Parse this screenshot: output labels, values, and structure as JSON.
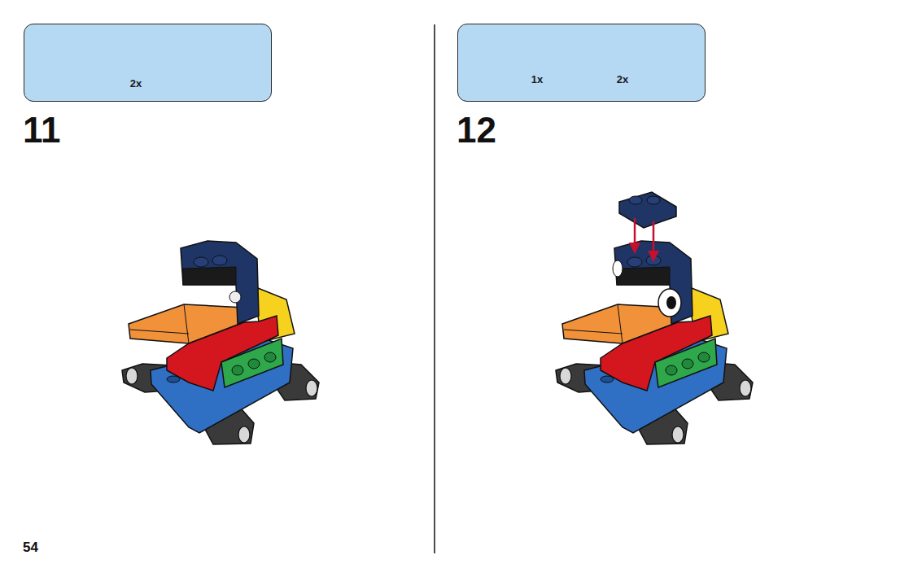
{
  "diagram": {
    "nodes": [
      {
        "text": [
          "2x"
        ]
      },
      {
        "text": [
          "1x",
          "2x"
        ]
      }
    ],
    "labels": [
      "11",
      "12",
      "54"
    ]
  }
}
